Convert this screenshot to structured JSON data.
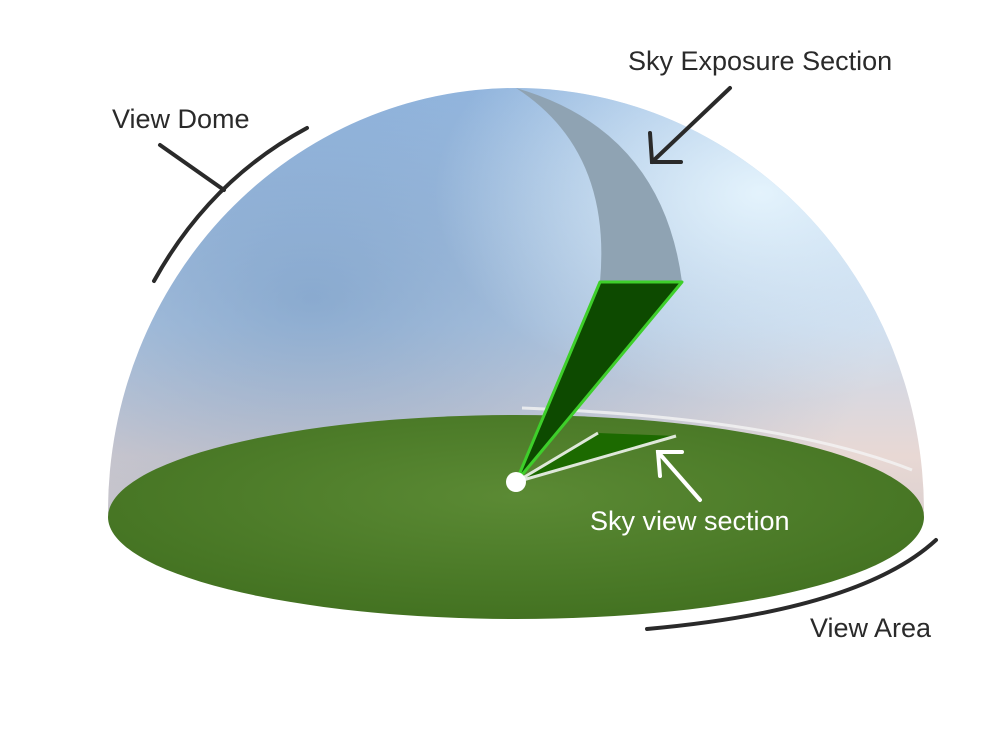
{
  "labels": {
    "view_dome": "View Dome",
    "sky_exposure_section": "Sky Exposure Section",
    "sky_view_section": "Sky view section",
    "view_area": "View Area"
  },
  "colors": {
    "ground": "#4f7f2a",
    "exposure_band": "#8fa3b3",
    "sky_wedge": "#0d4a00",
    "wedge_edge": "#3ecf2a",
    "ground_wedge": "#1c6a00",
    "annotation": "#2a2a2a"
  }
}
